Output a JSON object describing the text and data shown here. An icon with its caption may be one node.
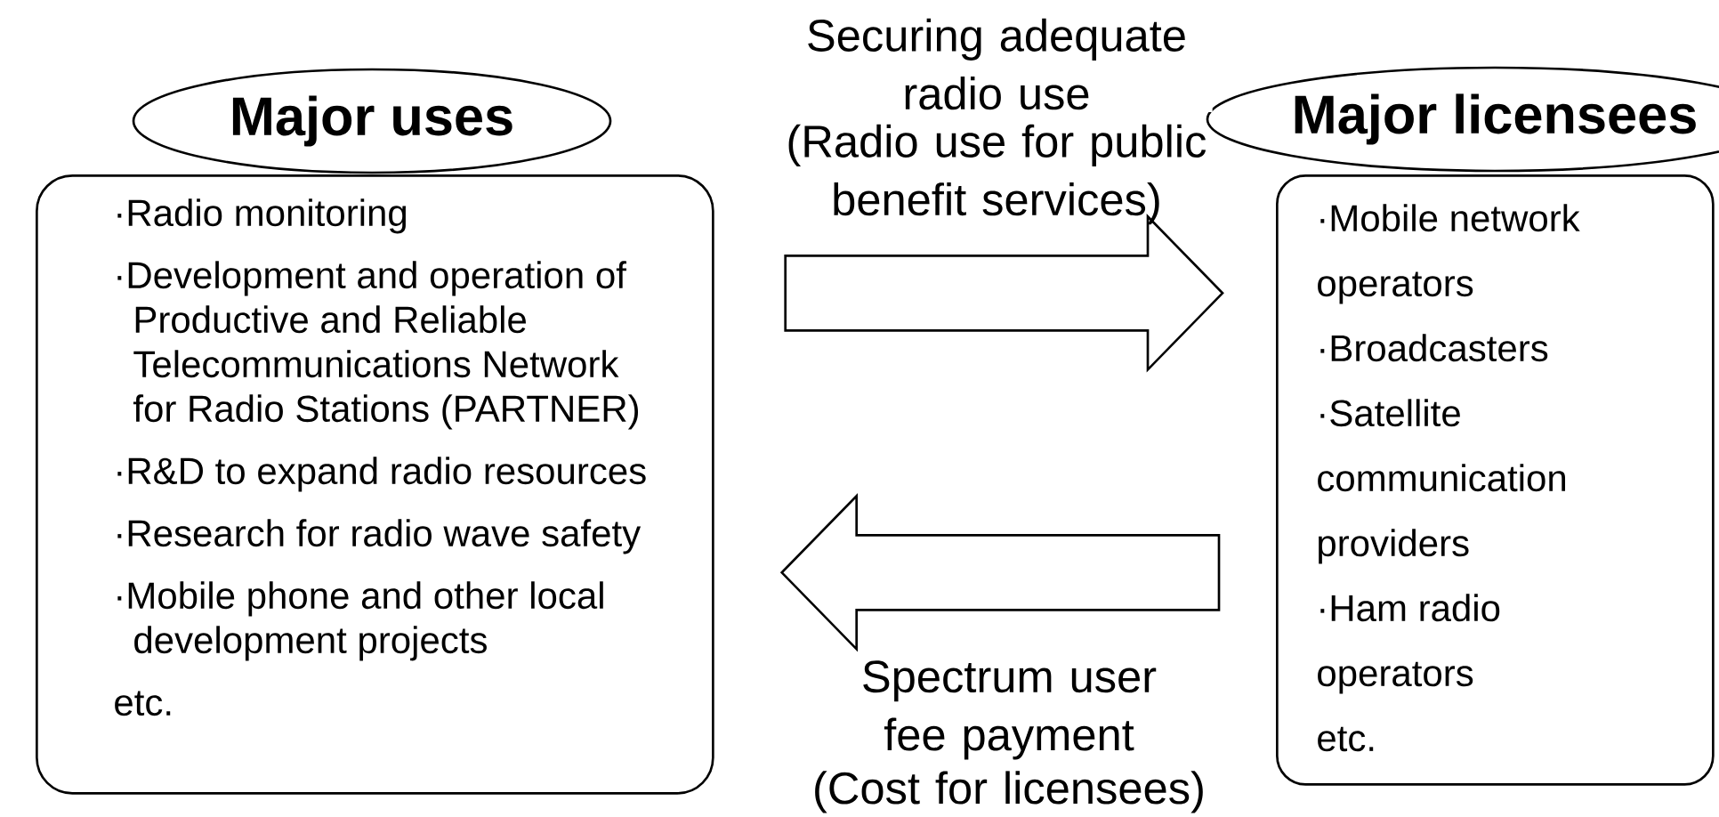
{
  "diagram": {
    "nodes": [
      {
        "text": [
          "Major uses"
        ]
      },
      {
        "text": [
          "·Radio monitoring",
          "·Development and operation of Productive and Reliable Telecommunications Network for Radio Stations (PARTNER)",
          "·R&D to expand radio resources",
          "·Research for radio wave safety",
          "·Mobile phone and other local development projects",
          "etc."
        ]
      },
      {
        "text": [
          "Major licensees"
        ]
      },
      {
        "text": [
          "·Mobile network operators",
          "·Broadcasters",
          "·Satellite communication providers",
          "·Ham radio operators",
          "etc."
        ]
      }
    ],
    "edges": [
      {
        "from": 1,
        "to": 3,
        "arrow": "to",
        "label": "Securing adequate radio use"
      },
      {
        "from": 3,
        "to": 1,
        "arrow": "to",
        "label": "Spectrum user fee payment"
      }
    ],
    "labels": [
      "(Radio use for public benefit services)",
      "(Cost for licensees)"
    ]
  }
}
